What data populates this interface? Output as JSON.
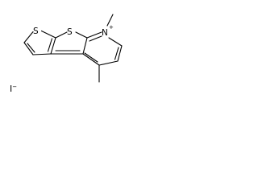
{
  "structure": {
    "atoms": {
      "thiophene_s": "S",
      "bridge_s": "S",
      "nitrogen": "N",
      "nitrogen_charge": "+"
    },
    "counterion": {
      "symbol": "I",
      "charge": "−"
    }
  }
}
